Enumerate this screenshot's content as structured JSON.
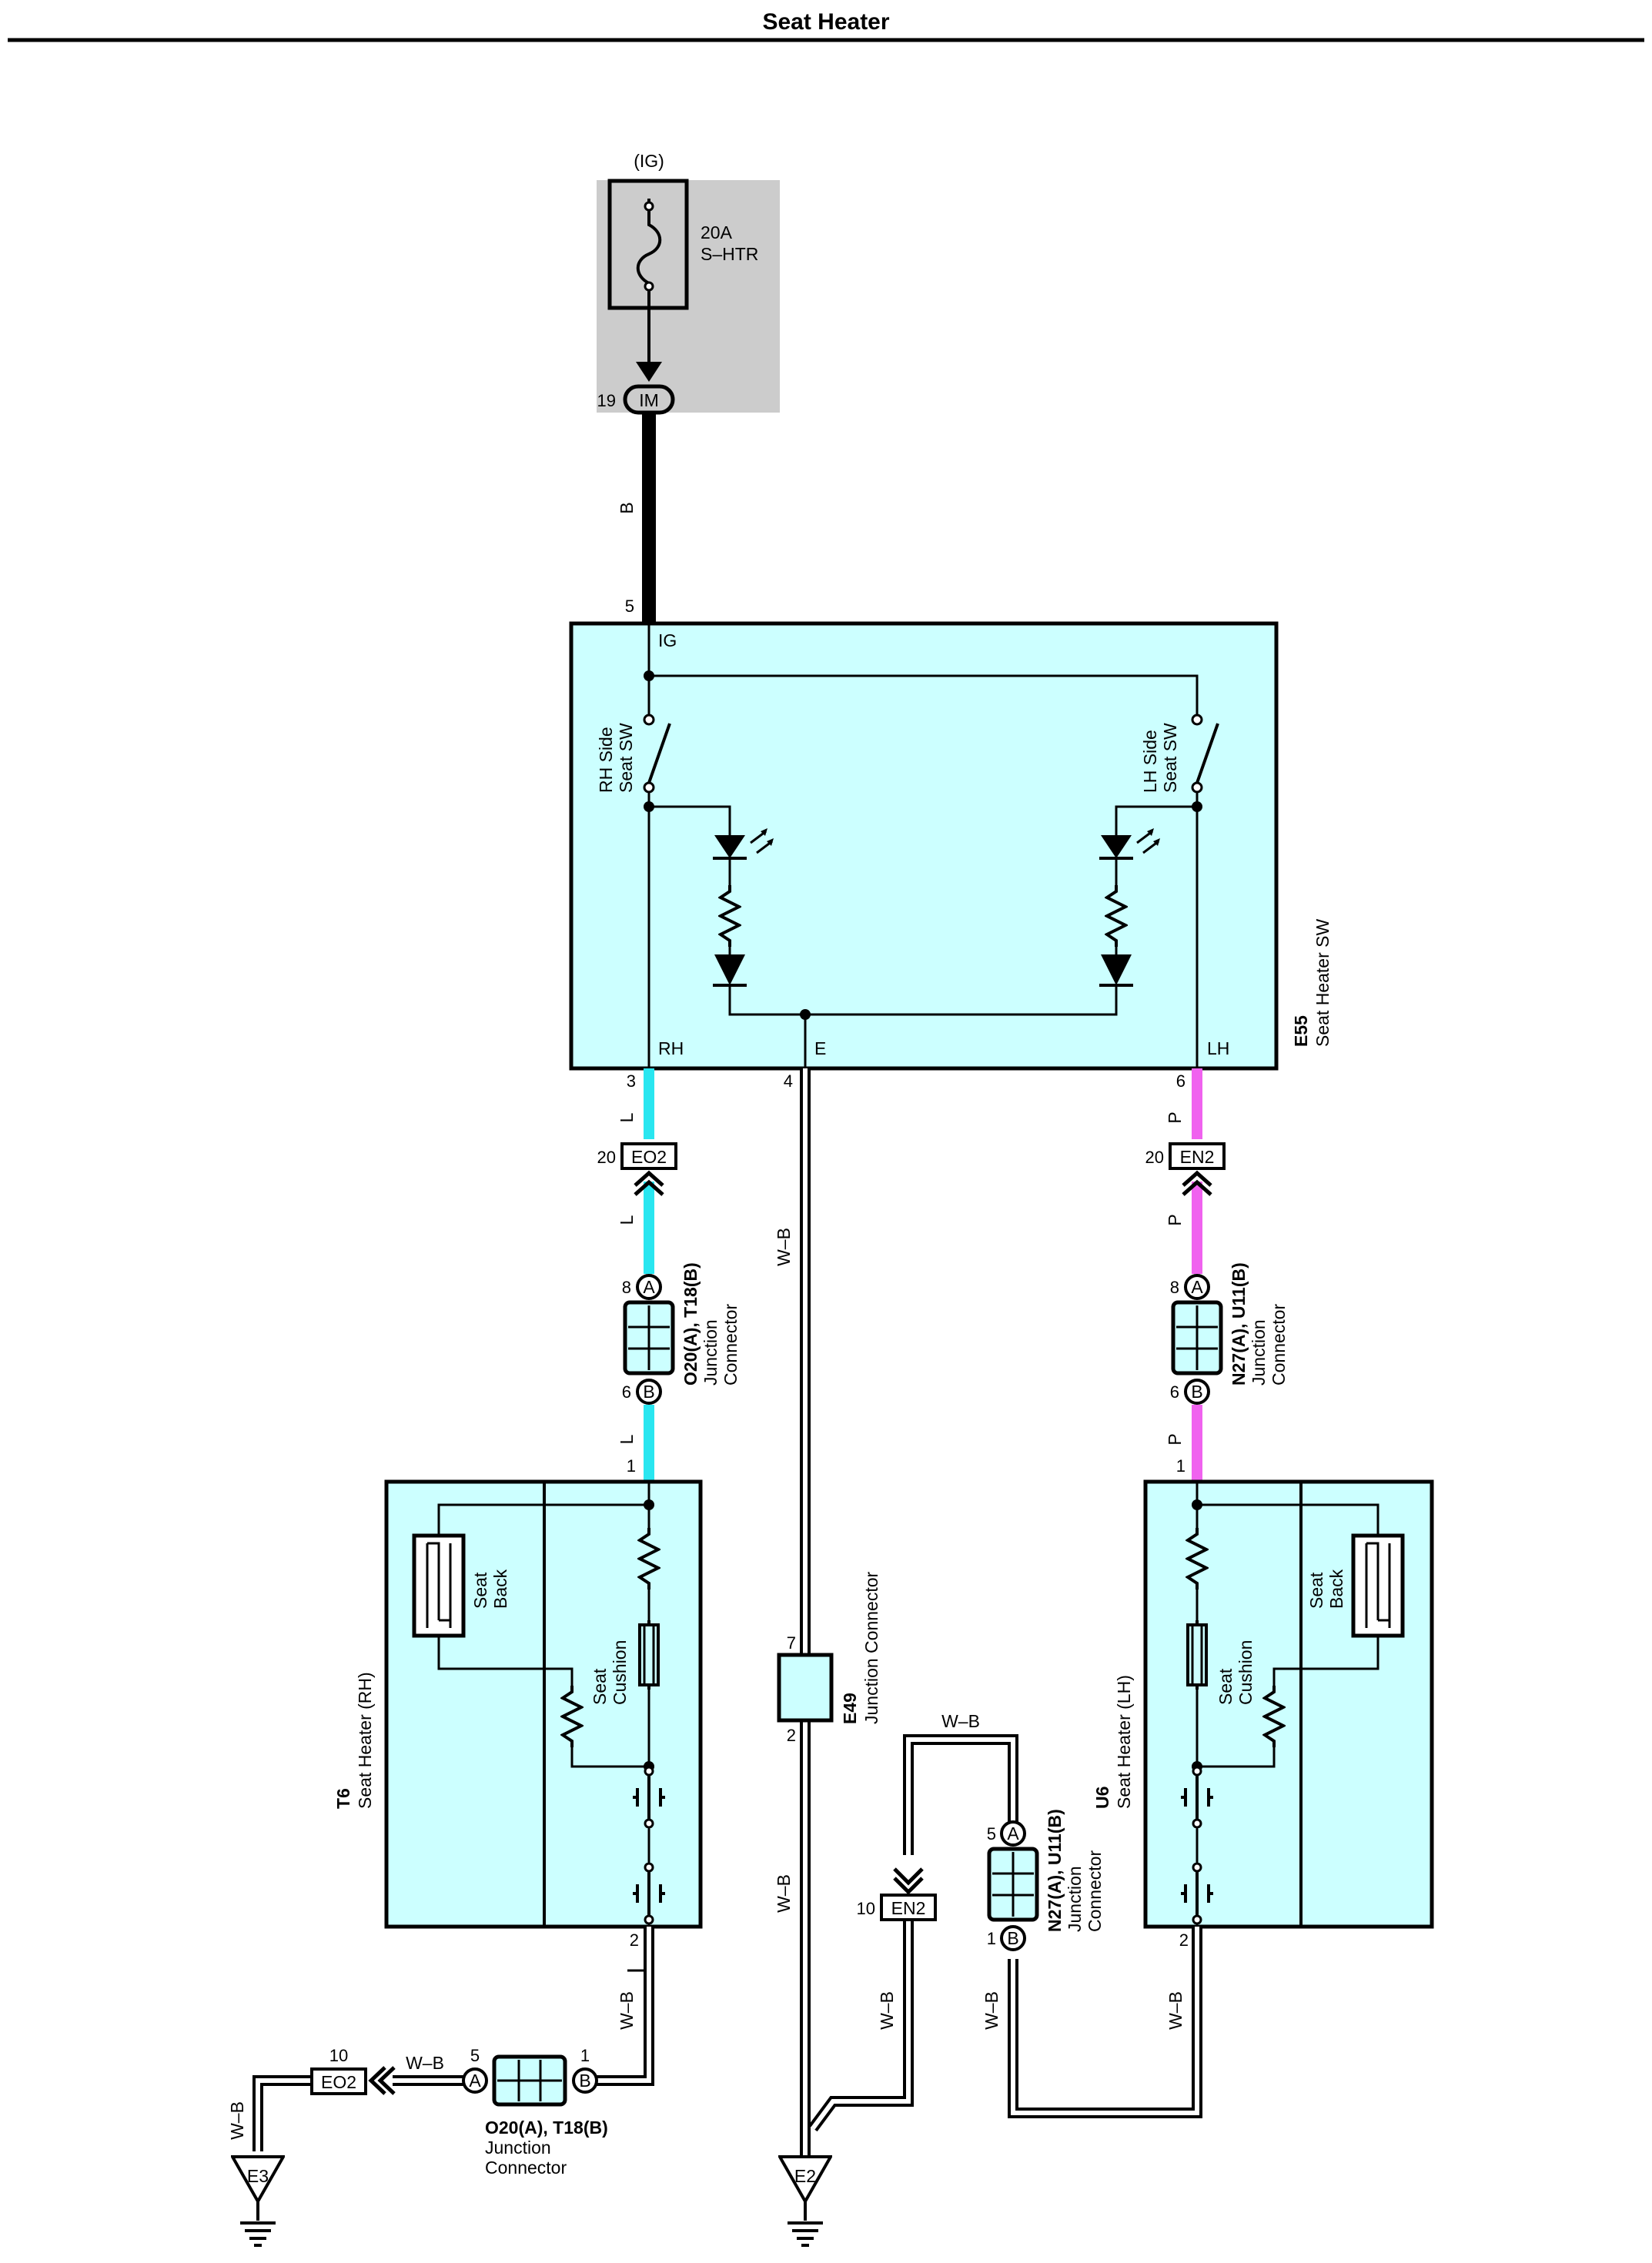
{
  "title": "Seat Heater",
  "fuse": {
    "source": "(IG)",
    "rating": "20A",
    "name": "S–HTR",
    "pin": "19",
    "connector": "IM"
  },
  "colors": {
    "black": "#000000",
    "cyan": "#29e6f0",
    "magenta": "#f062ef",
    "module_fill": "#ccffff",
    "fuse_box_fill": "#cccccc"
  },
  "switch_module": {
    "code": "E55",
    "name": "Seat Heater SW",
    "terminals": {
      "ig": "IG",
      "rh": "RH",
      "e": "E",
      "lh": "LH"
    },
    "rh_switch_label": [
      "RH Side",
      "Seat SW"
    ],
    "lh_switch_label": [
      "LH Side",
      "Seat SW"
    ]
  },
  "wires": {
    "b": "B",
    "l": "L",
    "p": "P",
    "wb": "W–B"
  },
  "pins": {
    "p1": "1",
    "p2": "2",
    "p3": "3",
    "p4": "4",
    "p5": "5",
    "p6": "6",
    "p7": "7",
    "p8": "8",
    "p10": "10",
    "p20": "20"
  },
  "connectors": {
    "eo2": "EO2",
    "en2": "EN2",
    "a": "A",
    "b": "B"
  },
  "junction_connectors": {
    "rh_upper": [
      "O20(A), T18(B)",
      "Junction",
      "Connector"
    ],
    "lh_upper": [
      "N27(A), U11(B)",
      "Junction",
      "Connector"
    ],
    "lh_lower": [
      "N27(A), U11(B)",
      "Junction",
      "Connector"
    ],
    "rh_lower": [
      "O20(A), T18(B)",
      "Junction",
      "Connector"
    ]
  },
  "e49": {
    "code": "E49",
    "name": "Junction Connector"
  },
  "heater_rh": {
    "code": "T6",
    "name": "Seat Heater (RH)",
    "back_label": [
      "Seat",
      "Back"
    ],
    "cushion_label": [
      "Seat",
      "Cushion"
    ]
  },
  "heater_lh": {
    "code": "U6",
    "name": "Seat Heater (LH)",
    "back_label": [
      "Seat",
      "Back"
    ],
    "cushion_label": [
      "Seat",
      "Cushion"
    ]
  },
  "grounds": {
    "e3": "E3",
    "e2": "E2"
  },
  "icons": [
    "fuse-icon",
    "switch-icon",
    "led-icon",
    "resistor-icon",
    "diode-icon",
    "heater-element-icon",
    "thermostat-icon",
    "ground-icon",
    "connector-arrow-icon"
  ]
}
